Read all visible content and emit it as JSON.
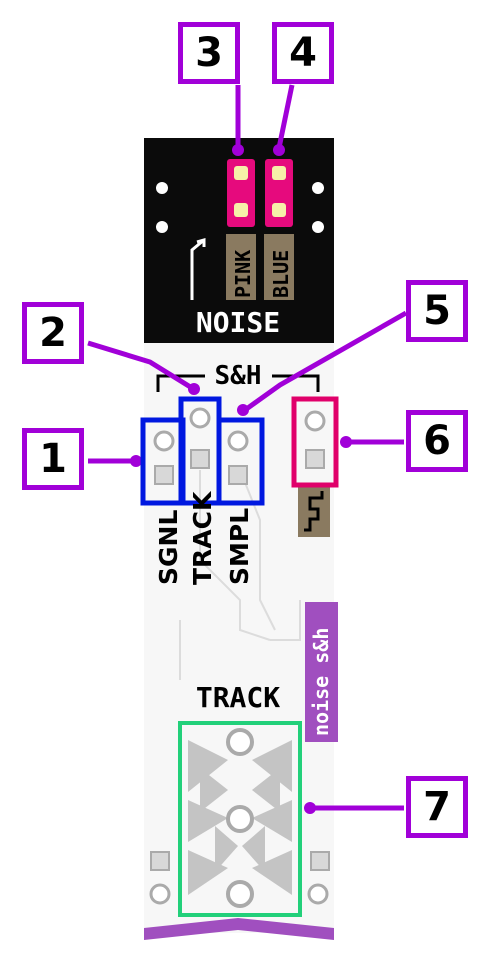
{
  "callouts": [
    "1",
    "2",
    "3",
    "4",
    "5",
    "6",
    "7"
  ],
  "panel": {
    "noise_label": "NOISE",
    "pink_label": "PINK",
    "blue_label": "BLUE",
    "sh_label": "S&H",
    "track_label": "TRACK",
    "noise_sh_tag": "noise s&h"
  },
  "jacks": {
    "sgnl": "SGNL",
    "track": "TRACK",
    "smpl": "SMPL"
  },
  "colors": {
    "callout_border": "#a100d8",
    "highlight_blue": "#0018e0",
    "highlight_magenta": "#e0006a",
    "highlight_green": "#22d07a",
    "led_pink": "#e60a7d",
    "tag_purple": "#a04fbf"
  }
}
